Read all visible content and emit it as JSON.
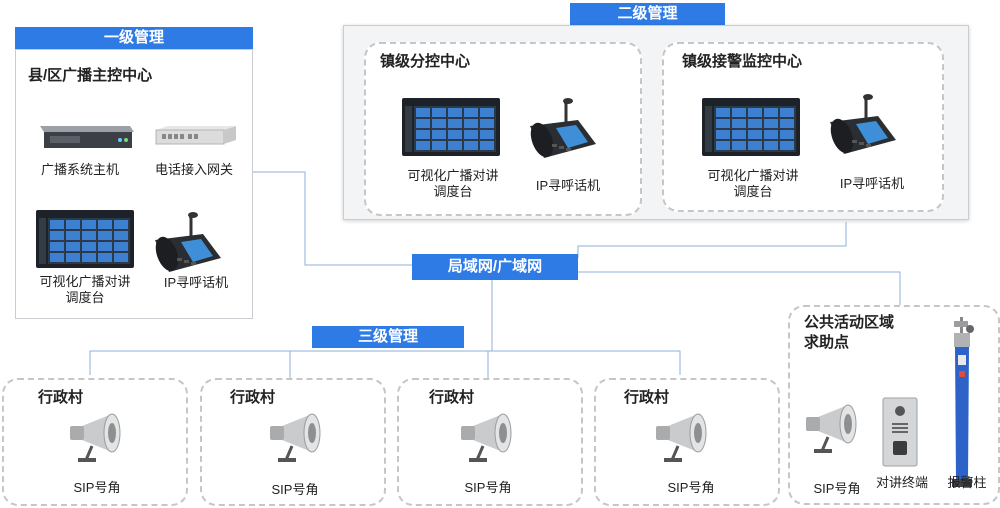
{
  "level1": {
    "tag": "一级管理",
    "center_title": "县/区广播主控中心",
    "items": [
      "广播系统主机",
      "电话接入网关",
      "可视化广播对讲\n调度台",
      "IP寻呼话机"
    ]
  },
  "level2": {
    "tag": "二级管理",
    "centers": [
      {
        "title": "镇级分控中心",
        "items": [
          "可视化广播对讲\n调度台",
          "IP寻呼话机"
        ]
      },
      {
        "title": "镇级接警监控中心",
        "items": [
          "可视化广播对讲\n调度台",
          "IP寻呼话机"
        ]
      }
    ]
  },
  "network": {
    "label": "局域网/广域网"
  },
  "level3": {
    "tag": "三级管理",
    "villages": [
      {
        "title": "行政村",
        "device": "SIP号角"
      },
      {
        "title": "行政村",
        "device": "SIP号角"
      },
      {
        "title": "行政村",
        "device": "SIP号角"
      },
      {
        "title": "行政村",
        "device": "SIP号角"
      }
    ]
  },
  "public_area": {
    "title": "公共活动区域\n求助点",
    "items": [
      "SIP号角",
      "对讲终端",
      "报警柱"
    ]
  },
  "colors": {
    "accent": "#2f7be5",
    "line": "#7fa6d6"
  }
}
